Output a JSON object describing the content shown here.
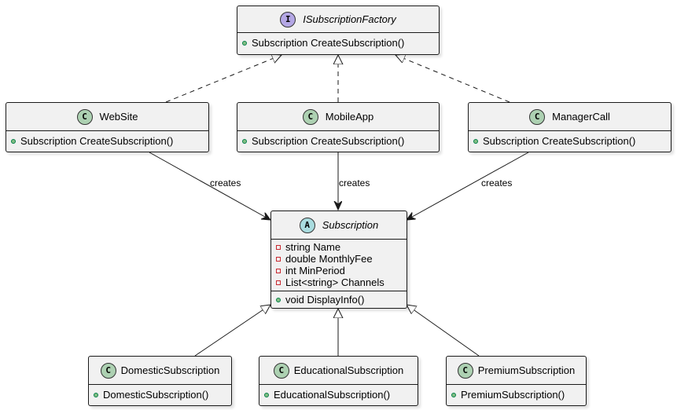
{
  "colors": {
    "class_badge": "#add1b2",
    "interface_badge": "#b4a7e5",
    "abstract_badge": "#a9dcdf",
    "box_fill": "#f1f1f1",
    "public_marker": "#84be84",
    "private_marker": "#c82930"
  },
  "interface": {
    "badge": "I",
    "name": "ISubscriptionFactory",
    "methods": [
      "Subscription CreateSubscription()"
    ]
  },
  "factories": [
    {
      "badge": "C",
      "name": "WebSite",
      "methods": [
        "Subscription CreateSubscription()"
      ]
    },
    {
      "badge": "C",
      "name": "MobileApp",
      "methods": [
        "Subscription CreateSubscription()"
      ]
    },
    {
      "badge": "C",
      "name": "ManagerCall",
      "methods": [
        "Subscription CreateSubscription()"
      ]
    }
  ],
  "abstract": {
    "badge": "A",
    "name": "Subscription",
    "fields": [
      "string Name",
      "double MonthlyFee",
      "int MinPeriod",
      "List<string> Channels"
    ],
    "methods": [
      "void DisplayInfo()"
    ]
  },
  "products": [
    {
      "badge": "C",
      "name": "DomesticSubscription",
      "methods": [
        "DomesticSubscription()"
      ]
    },
    {
      "badge": "C",
      "name": "EducationalSubscription",
      "methods": [
        "EducationalSubscription()"
      ]
    },
    {
      "badge": "C",
      "name": "PremiumSubscription",
      "methods": [
        "PremiumSubscription()"
      ]
    }
  ],
  "relations": {
    "creates_label": "creates"
  }
}
